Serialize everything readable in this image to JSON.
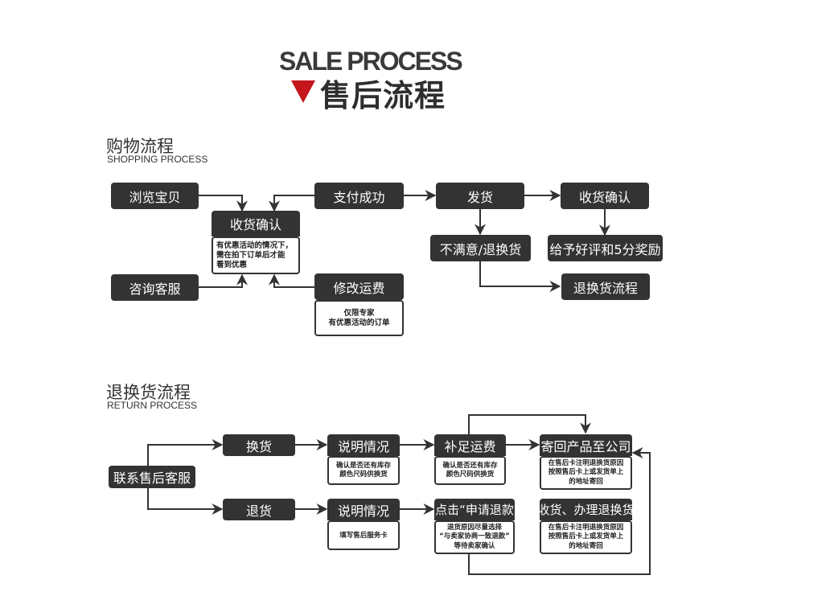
{
  "header": {
    "title_en": "SALE PROCESS",
    "title_cn": "售后流程",
    "accent_color": "#c4161c"
  },
  "shopping": {
    "title_cn": "购物流程",
    "title_en": "SHOPPING PROCESS",
    "nodes": {
      "browse": "浏览宝贝",
      "consult": "咨询客服",
      "confirm_order": "收货确认",
      "pay_success": "支付成功",
      "modify_shipping": "修改运费",
      "ship": "发货",
      "receive_confirm": "收货确认",
      "unsatisfied": "不满意/退换货",
      "good_review": "给予好评和5分奖励",
      "return_flow": "退换货流程"
    },
    "notes": {
      "confirm_order": "有优惠活动的情况下，\n需在拍下订单后才能\n看到优惠",
      "modify_shipping": "仅限专家\n有优惠活动的订单"
    }
  },
  "returns": {
    "title_cn": "退换货流程",
    "title_en": "RETURN PROCESS",
    "nodes": {
      "contact": "联系售后客服",
      "exchange": "换货",
      "refund": "退货",
      "explain_exchange": "说明情况",
      "explain_refund": "说明情况",
      "pay_shipping": "补足运费",
      "apply_refund": "点击“申请退款",
      "send_back": "寄回产品至公司",
      "receive_process": "收货、办理退换货"
    },
    "notes": {
      "explain_exchange": "确认是否还有库存\n颜色尺码供换货",
      "explain_refund": "填写售后服务卡",
      "pay_shipping": "确认是否还有库存\n颜色尺码供换货",
      "apply_refund": "退货原因尽量选择\n“与卖家协商一致退款”\n等待卖家确认",
      "send_back": "在售后卡注明退换货原因\n按照售后卡上或发货单上\n的地址寄回",
      "receive_process": "在售后卡注明退换货原因\n按照售后卡上或发货单上\n的地址寄回"
    }
  }
}
